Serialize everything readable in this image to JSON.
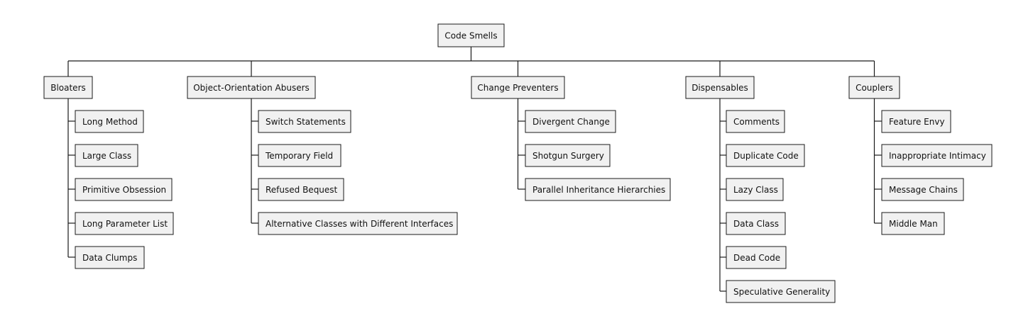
{
  "diagram": {
    "root": "Code Smells",
    "categories": [
      {
        "label": "Bloaters",
        "items": [
          "Long Method",
          "Large Class",
          "Primitive Obsession",
          "Long Parameter List",
          "Data Clumps"
        ]
      },
      {
        "label": "Object-Orientation Abusers",
        "items": [
          "Switch Statements",
          "Temporary Field",
          "Refused Bequest",
          "Alternative Classes with Different Interfaces"
        ]
      },
      {
        "label": "Change Preventers",
        "items": [
          "Divergent Change",
          "Shotgun Surgery",
          "Parallel Inheritance Hierarchies"
        ]
      },
      {
        "label": "Dispensables",
        "items": [
          "Comments",
          "Duplicate Code",
          "Lazy Class",
          "Data Class",
          "Dead Code",
          "Speculative Generality"
        ]
      },
      {
        "label": "Couplers",
        "items": [
          "Feature Envy",
          "Inappropriate Intimacy",
          "Message Chains",
          "Middle Man"
        ]
      }
    ]
  }
}
